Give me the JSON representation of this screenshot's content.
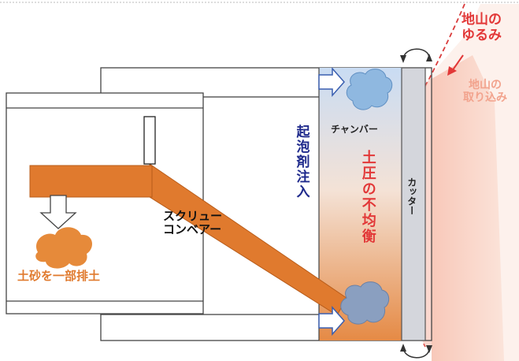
{
  "labels": {
    "ground_loosening": "地山の\nゆるみ",
    "ground_intake": "地山の\n取り込み",
    "chamber": "チャンバー",
    "foam_injection": "起泡剤注入",
    "pressure_imbalance": "土圧の不均衡",
    "cutter": "カッター",
    "screw_conveyor": "スクリュー\nコンベアー",
    "partial_discharge": "土砂を一部排土"
  },
  "colors": {
    "orange": "#e07a2e",
    "red_text": "#e23838",
    "blue_text": "#1f2a8c",
    "ground_light": "#f7c9b8",
    "ground_mid": "#f2a38d",
    "cloud_blue": "#8fb8e0",
    "cloud_grey": "#8a9fc0"
  }
}
